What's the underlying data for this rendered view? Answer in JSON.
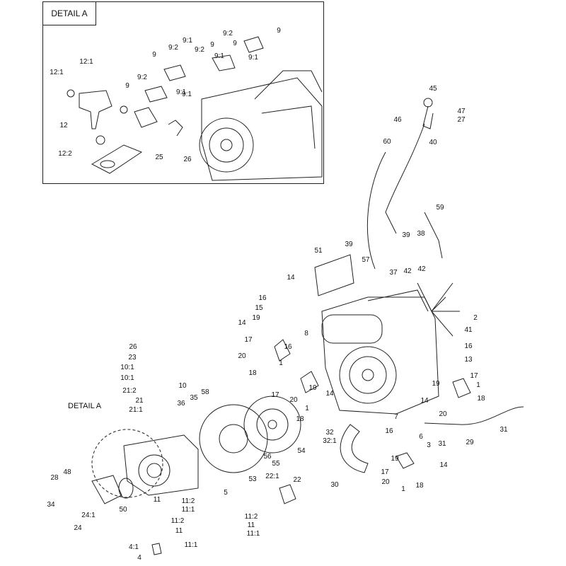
{
  "detail": {
    "title": "DETAIL A",
    "callout": "DETAIL A",
    "labels": [
      "9",
      "9:2",
      "9:1",
      "9:2",
      "9",
      "9:1",
      "9:2",
      "9",
      "9:1",
      "9",
      "9:2",
      "9:1",
      "9",
      "9:1",
      "12:1",
      "12:1",
      "12",
      "12:2",
      "25",
      "26"
    ]
  },
  "main": {
    "labels": [
      "45",
      "47",
      "46",
      "27",
      "40",
      "60",
      "59",
      "39",
      "38",
      "37",
      "42",
      "42",
      "51",
      "39",
      "57",
      "14",
      "16",
      "15",
      "19",
      "14",
      "17",
      "20",
      "18",
      "1",
      "2",
      "41",
      "16",
      "13",
      "17",
      "1",
      "19",
      "14",
      "18",
      "20",
      "8",
      "16",
      "19",
      "14",
      "17",
      "20",
      "1",
      "18",
      "26",
      "23",
      "10:1",
      "10",
      "10:1",
      "21:2",
      "21",
      "21:1",
      "58",
      "35",
      "36",
      "31",
      "29",
      "31",
      "3",
      "6",
      "16",
      "7",
      "32",
      "32:1",
      "14",
      "19",
      "17",
      "20",
      "1",
      "18",
      "30",
      "56",
      "54",
      "55",
      "53",
      "22:1",
      "22",
      "5",
      "48",
      "28",
      "34",
      "24:1",
      "24",
      "50",
      "11",
      "11:2",
      "11:1",
      "11:2",
      "11",
      "11:1",
      "11:2",
      "11",
      "11:1",
      "4:1",
      "4"
    ]
  }
}
